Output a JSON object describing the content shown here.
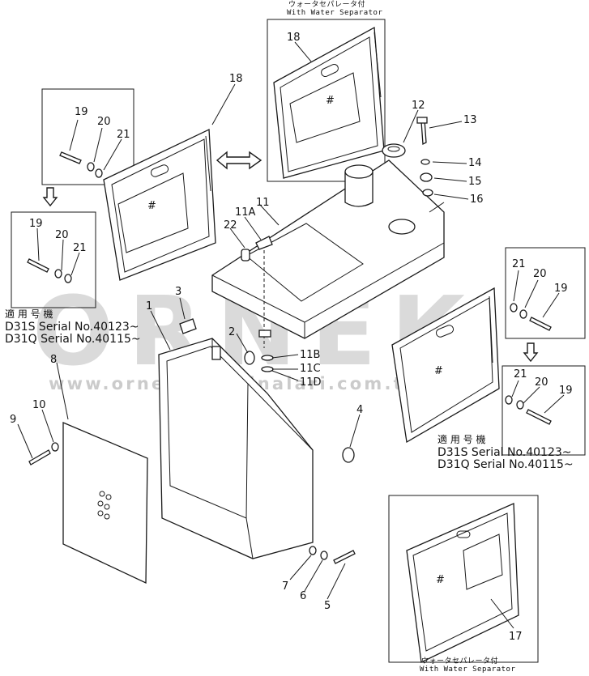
{
  "captions": {
    "top_jp": "ウォータセパレータ付",
    "top_en": "With Water Separator",
    "bottom_jp": "ウォータセパレータ付",
    "bottom_en": "With Water Separator"
  },
  "applicability": {
    "left": {
      "heading": "適 用 号 機",
      "line1": "D31S Serial  No.40123~",
      "line2": "D31Q Serial  No.40115~"
    },
    "right": {
      "heading": "適 用 号 機",
      "line1": "D31S Serial  No.40123~",
      "line2": "D31Q Serial  No.40115~"
    }
  },
  "watermark": {
    "brand": "ORNEK",
    "url": "www.ornekismakinalari.com.tr"
  },
  "part_numbers": {
    "p1": "1",
    "p2": "2",
    "p3": "3",
    "p4": "4",
    "p5": "5",
    "p6": "6",
    "p7": "7",
    "p8": "8",
    "p9": "9",
    "p10": "10",
    "p11": "11",
    "p11a": "11A",
    "p11b": "11B",
    "p11c": "11C",
    "p11d": "11D",
    "p12": "12",
    "p13": "13",
    "p14": "14",
    "p15": "15",
    "p16": "16",
    "p17": "17",
    "p18_top": "18",
    "p18_left": "18",
    "p19_a": "19",
    "p20_a": "20",
    "p21_a": "21",
    "p19_b": "19",
    "p20_b": "20",
    "p21_b": "21",
    "p19_c": "19",
    "p20_c": "20",
    "p21_c": "21",
    "p19_d": "19",
    "p20_d": "20",
    "p21_d": "21",
    "p22": "22"
  }
}
